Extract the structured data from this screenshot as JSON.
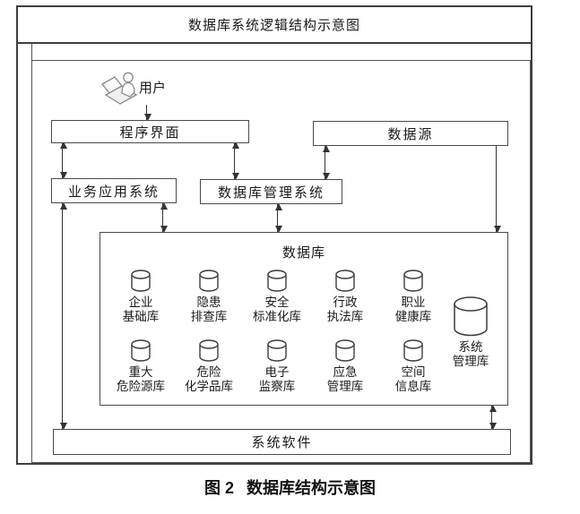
{
  "title": "数据库系统逻辑结构示意图",
  "caption": {
    "fig": "图 2",
    "text": "数据库结构示意图"
  },
  "user": {
    "label": "用户",
    "icon": "user-at-computer-icon"
  },
  "boxes": {
    "program_interface": "程序界面",
    "data_source": "数据源",
    "business_app": "业务应用系统",
    "dbms": "数据库管理系统",
    "system_software": "系统软件"
  },
  "database": {
    "title": "数据库",
    "icon": "database-cylinder-icon",
    "row1": [
      {
        "line1": "企业",
        "line2": "基础库"
      },
      {
        "line1": "隐患",
        "line2": "排查库"
      },
      {
        "line1": "安全",
        "line2": "标准化库"
      },
      {
        "line1": "行政",
        "line2": "执法库"
      },
      {
        "line1": "职业",
        "line2": "健康库"
      }
    ],
    "row2": [
      {
        "line1": "重大",
        "line2": "危险源库"
      },
      {
        "line1": "危险",
        "line2": "化学品库"
      },
      {
        "line1": "电子",
        "line2": "监察库"
      },
      {
        "line1": "应急",
        "line2": "管理库"
      },
      {
        "line1": "空间",
        "line2": "信息库"
      }
    ],
    "system_db": {
      "line1": "系统",
      "line2": "管理库"
    }
  },
  "colors": {
    "stroke": "#3f3f3f",
    "box_border": "#4a4a4a",
    "arrow": "#333333",
    "text": "#1a1a1a"
  }
}
